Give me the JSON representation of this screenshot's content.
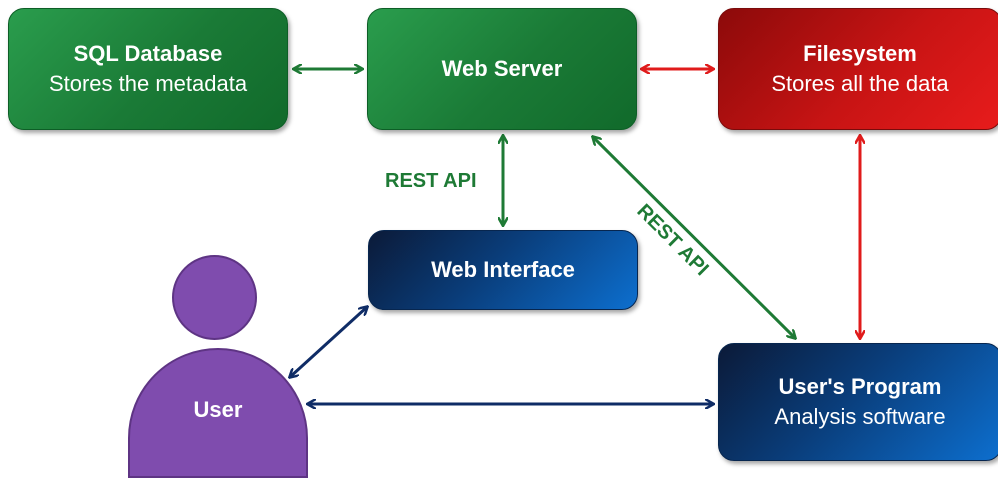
{
  "nodes": {
    "sql_database": {
      "title": "SQL Database",
      "subtitle": "Stores the metadata",
      "color": "#1a7a36"
    },
    "web_server": {
      "title": "Web Server",
      "color": "#1a7a36"
    },
    "filesystem": {
      "title": "Filesystem",
      "subtitle": "Stores all the data",
      "color": "#c81414"
    },
    "web_interface": {
      "title": "Web Interface",
      "color": "#0a3d7a"
    },
    "users_program": {
      "title": "User's Program",
      "subtitle": "Analysis software",
      "color": "#0a3d7a"
    },
    "user": {
      "label": "User",
      "color": "#7f4cae"
    }
  },
  "edge_labels": {
    "server_to_interface": "REST API",
    "server_to_program": "REST API"
  },
  "edge_colors": {
    "green": "#1e7a35",
    "red": "#e01b1b",
    "navy": "#0f2c66"
  }
}
